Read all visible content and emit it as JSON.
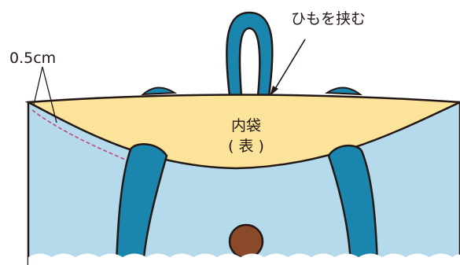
{
  "labels": {
    "margin_measure": "0.5cm",
    "loop_instruction": "ひもを挟む",
    "inner_bag_line1": "内袋",
    "inner_bag_line2": "( 表 )"
  },
  "colors": {
    "outer_bag": "#b4daec",
    "inner_bag": "#fbe49a",
    "strap": "#1b86ad",
    "strap_dark": "#1b6f91",
    "button": "#8a4a2a",
    "outline": "#231815",
    "stitch": "#c0447a"
  }
}
